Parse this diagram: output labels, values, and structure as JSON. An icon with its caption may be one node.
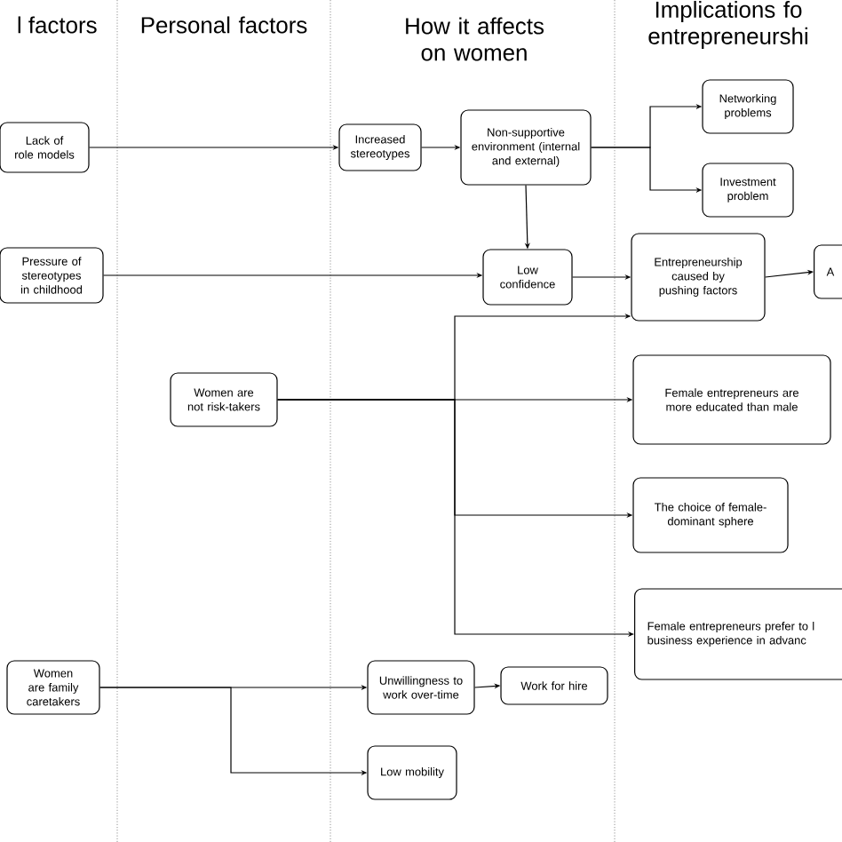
{
  "diagram": {
    "nodes": [
      {
        "text": [
          "Lack of role models"
        ]
      },
      {
        "text": [
          "Pressure of stereotypes in childhood"
        ]
      },
      {
        "text": [
          "Women are not risk-takers"
        ]
      },
      {
        "text": [
          "Women are family caretakers"
        ]
      },
      {
        "text": [
          "Increased stereotypes"
        ]
      },
      {
        "text": [
          "Non-supportive environment (internal and external)"
        ]
      },
      {
        "text": [
          "Low confidence"
        ]
      },
      {
        "text": [
          "Unwillingness to work over-time"
        ]
      },
      {
        "text": [
          "Low mobility"
        ]
      },
      {
        "text": [
          "Work for hire"
        ]
      },
      {
        "text": [
          "Networking problems"
        ]
      },
      {
        "text": [
          "Investment problem"
        ]
      },
      {
        "text": [
          "Entrepreneurship caused by pushing factors"
        ]
      },
      {
        "text": [
          "A"
        ]
      },
      {
        "text": [
          "Female entrepreneurs are more educated than male"
        ]
      },
      {
        "text": [
          "The choice of female-dominant sphere"
        ]
      },
      {
        "text": [
          "Female entrepreneurs prefer to l business experience in advanc"
        ]
      }
    ],
    "edges": [
      {
        "from": 0,
        "to": 4,
        "arrow": "to"
      },
      {
        "from": 4,
        "to": 5,
        "arrow": "to"
      },
      {
        "from": 5,
        "to": 10,
        "arrow": "to"
      },
      {
        "from": 5,
        "to": 11,
        "arrow": "to"
      },
      {
        "from": 5,
        "to": 6,
        "arrow": "to"
      },
      {
        "from": 1,
        "to": 6,
        "arrow": "to"
      },
      {
        "from": 6,
        "to": 12,
        "arrow": "to"
      },
      {
        "from": 12,
        "to": 13,
        "arrow": "to"
      },
      {
        "from": 2,
        "to": 12,
        "arrow": "to"
      },
      {
        "from": 2,
        "to": 14,
        "arrow": "to"
      },
      {
        "from": 2,
        "to": 15,
        "arrow": "to"
      },
      {
        "from": 2,
        "to": 16,
        "arrow": "to"
      },
      {
        "from": 3,
        "to": 7,
        "arrow": "to"
      },
      {
        "from": 3,
        "to": 8,
        "arrow": "to"
      },
      {
        "from": 7,
        "to": 9,
        "arrow": "to"
      }
    ],
    "labels": [
      "l factors",
      "Personal factors",
      "How it affects on women",
      "Implications fo entrepreneurshi"
    ]
  }
}
